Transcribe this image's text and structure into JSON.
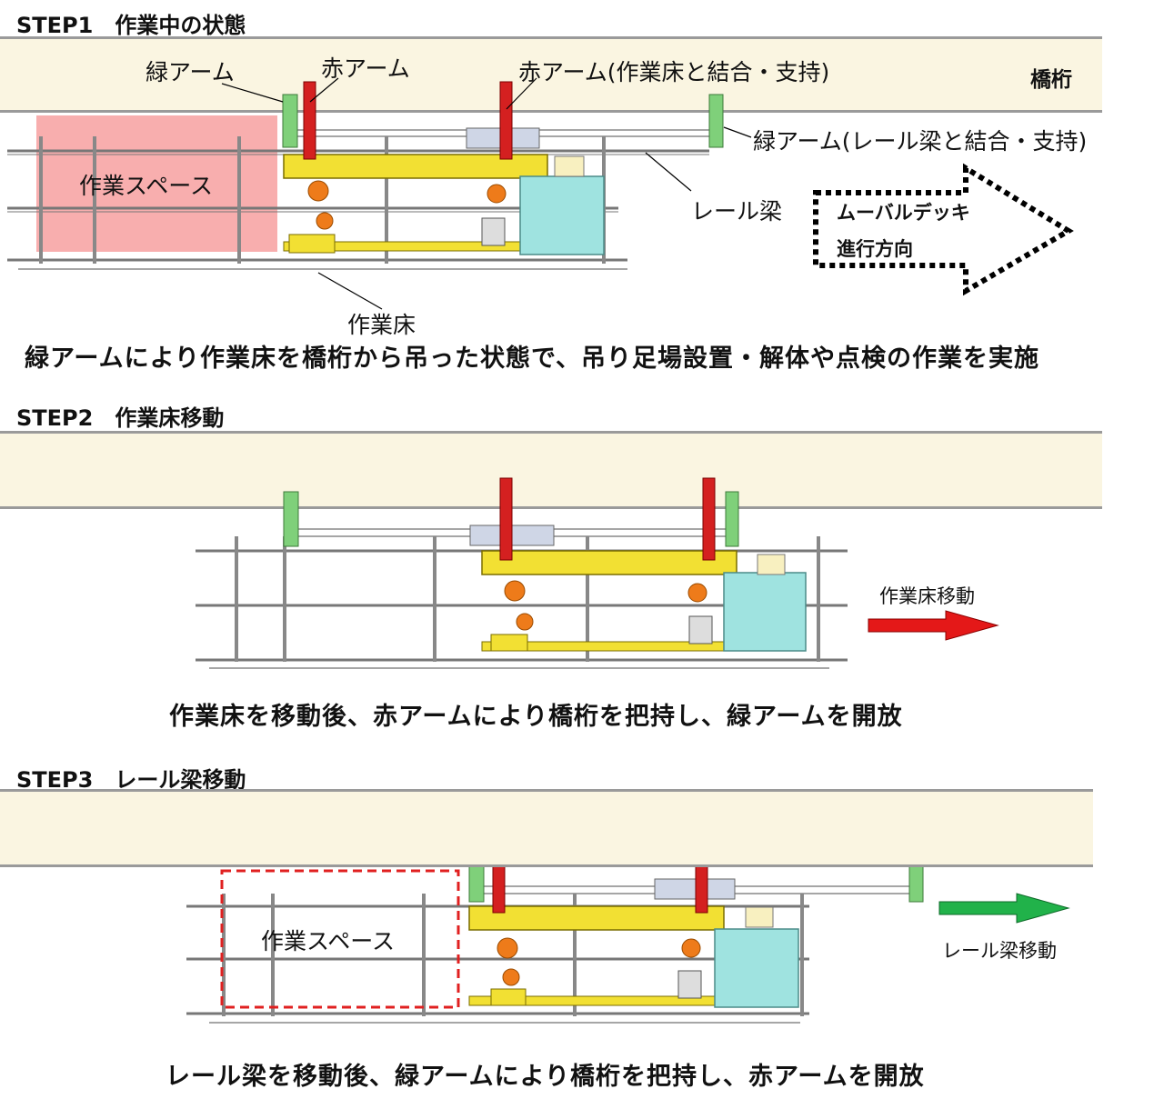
{
  "step1": {
    "title": "STEP1　作業中の状態",
    "label_girder": "橋桁",
    "label_green_arm": "緑アーム",
    "label_red_arm": "赤アーム",
    "label_red_arm_support": "赤アーム(作業床と結合・支持)",
    "label_green_arm_support": "緑アーム(レール梁と結合・支持)",
    "label_rail_beam": "レール梁",
    "label_work_space": "作業スペース",
    "label_work_floor": "作業床",
    "direction_line1": "ムーバルデッキ",
    "direction_line2": "進行方向",
    "caption": "緑アームにより作業床を橋桁から吊った状態で、吊り足場設置・解体や点検の作業を実施"
  },
  "step2": {
    "title": "STEP2　作業床移動",
    "arrow_label": "作業床移動",
    "caption": "作業床を移動後、赤アームにより橋桁を把持し、緑アームを開放"
  },
  "step3": {
    "title": "STEP3　レール梁移動",
    "label_work_space": "作業スペース",
    "arrow_label": "レール梁移動",
    "caption": "レール梁を移動後、緑アームにより橋桁を把持し、赤アームを開放"
  },
  "colors": {
    "green_arm": "#7fd07a",
    "red_arm": "#d42020",
    "yellow_frame": "#f2e033",
    "cyan_box": "#9fe3e0",
    "work_space_fill": "#f7a0a0",
    "girder": "#faf5e1",
    "red_arrow": "#e41818",
    "green_arrow": "#21b24a"
  }
}
